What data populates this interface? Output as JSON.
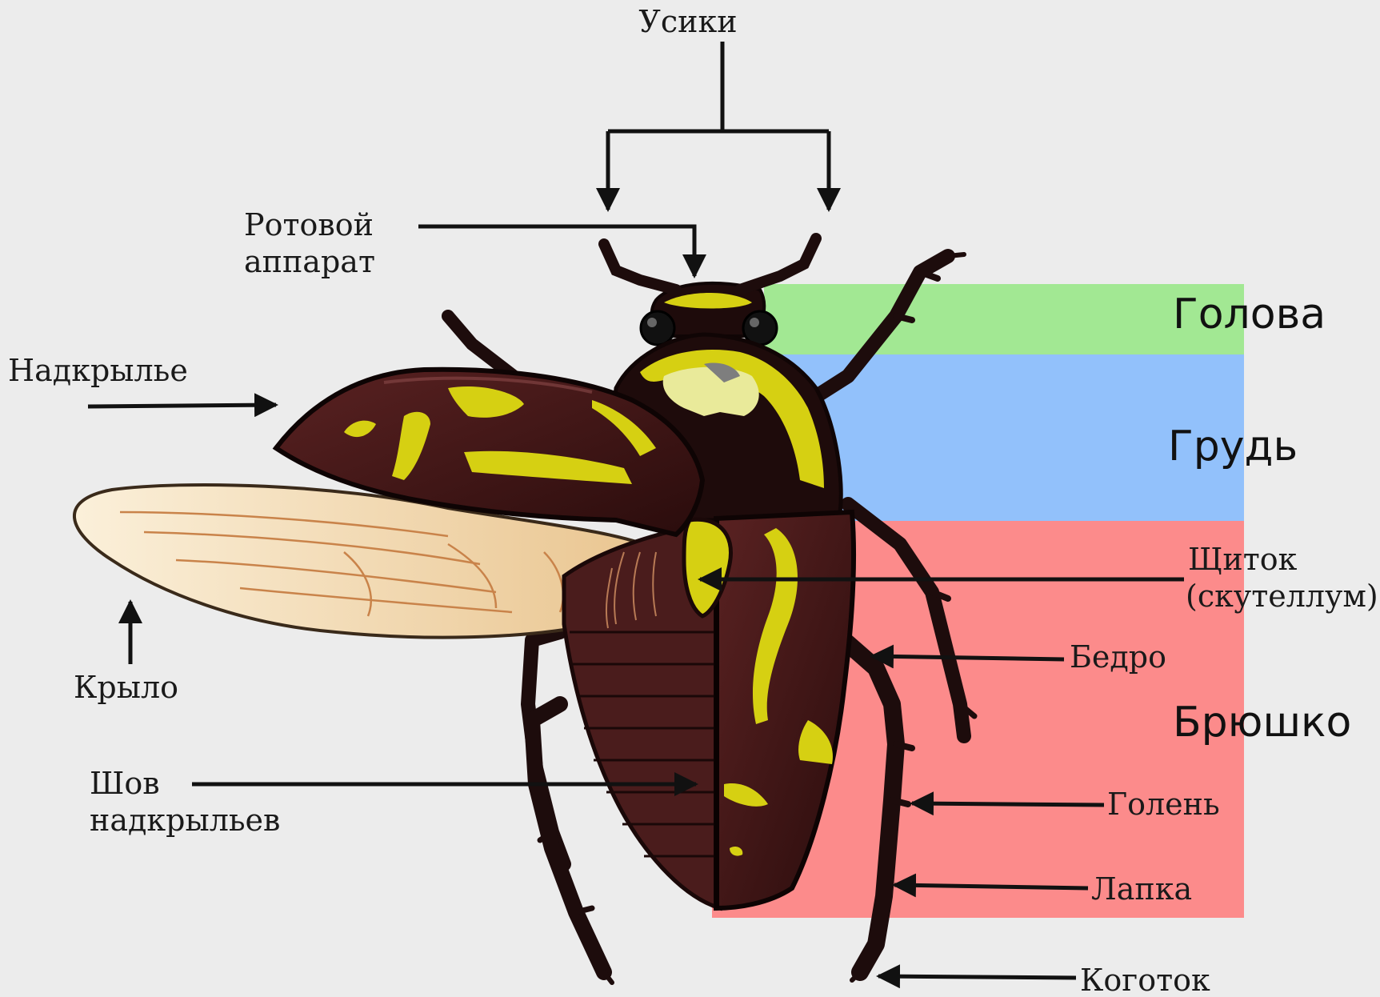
{
  "labels": {
    "antennae": "Усики",
    "mouthparts_line1": "Ротовой",
    "mouthparts_line2": "аппарат",
    "elytron": "Надкрылье",
    "wing": "Крыло",
    "suture_line1": "Шов",
    "suture_line2": "надкрыльев",
    "scutellum_line1": "Щиток",
    "scutellum_line2": "(скутеллум)",
    "femur": "Бедро",
    "tibia": "Голень",
    "tarsus": "Лапка",
    "claw": "Коготок"
  },
  "segments": {
    "head": "Голова",
    "thorax": "Грудь",
    "abdomen": "Брюшко"
  },
  "colors": {
    "background": "#ececec",
    "head_band": "#a2e893",
    "thorax_band": "#92c1fb",
    "abdomen_band": "#fc8b8b",
    "beetle_dark": "#2a0e0e",
    "beetle_brown": "#4a1c1c",
    "beetle_yellow": "#d6d012",
    "wing_fill": "#f3d8a8"
  }
}
